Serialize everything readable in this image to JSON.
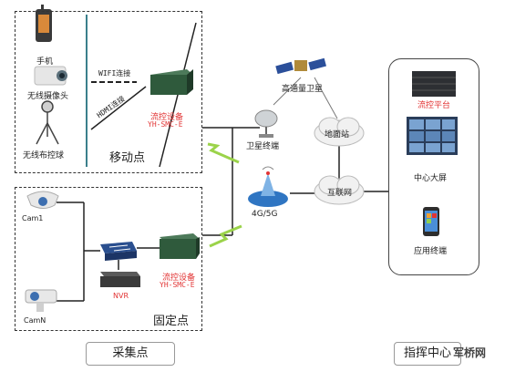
{
  "mobile": {
    "phone": "手机",
    "wireless_camera": "无线摄像头",
    "wireless_ball": "无线布控球",
    "wifi": "WIFI连接",
    "hdmi": "HDMI连接",
    "device_line1": "流控设备",
    "device_line2": "YH-SMC-E",
    "title": "移动点"
  },
  "fixed": {
    "cam1": "Cam1",
    "camn": "CamN",
    "nvr": "NVR",
    "device_line1": "流控设备",
    "device_line2": "YH-SMC-E",
    "title": "固定点"
  },
  "network": {
    "satellite": "高通量卫星",
    "sat_terminal": "卫星终端",
    "ground_station": "地面站",
    "cellular": "4G/5G",
    "internet": "互联网"
  },
  "command": {
    "platform": "流控平台",
    "screen": "中心大屏",
    "app": "应用终端"
  },
  "footer": {
    "collect": "采集点",
    "command": "指挥中心",
    "watermark": "军桥网"
  },
  "colors": {
    "accent_red": "#e23434",
    "wave_green": "#9bd34a",
    "device_green": "#2f5a3c"
  }
}
